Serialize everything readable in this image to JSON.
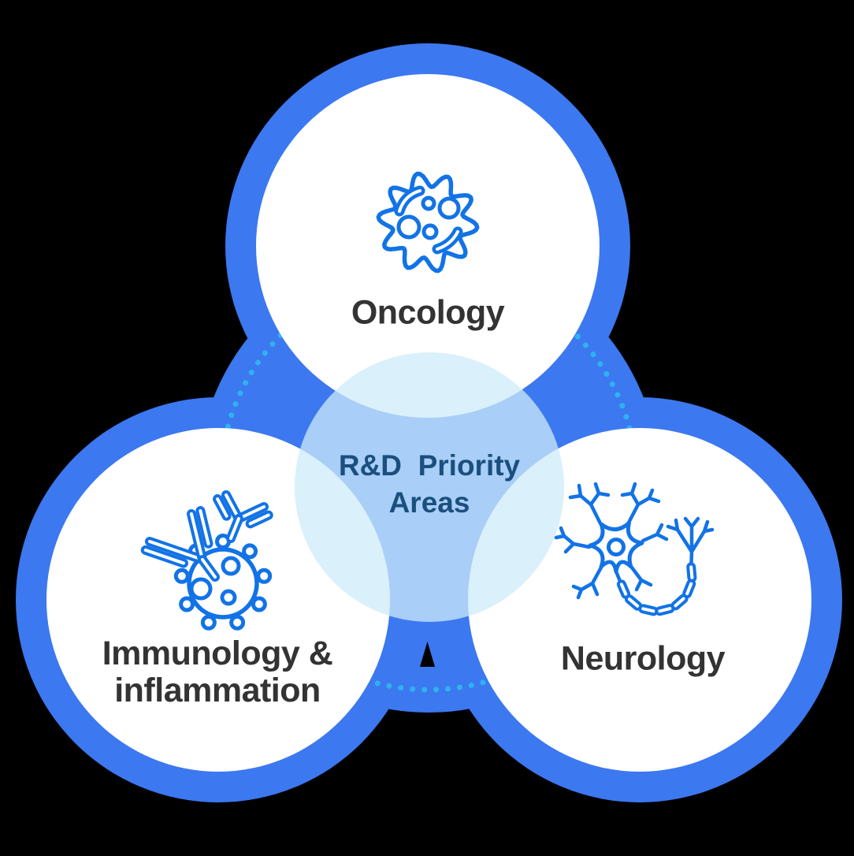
{
  "diagram": {
    "title": "R&D  Priority\nAreas",
    "areas": [
      {
        "id": "oncology",
        "label": "Oncology",
        "icon": "cancer-cell-icon"
      },
      {
        "id": "immunology",
        "label": "Immunology &\ninflammation",
        "icon": "virus-antibody-icon"
      },
      {
        "id": "neurology",
        "label": "Neurology",
        "icon": "neuron-icon"
      }
    ],
    "marker": {
      "shape": "up-arrow",
      "color": "#000000"
    },
    "colors": {
      "background": "#000000",
      "ring_blue": "#3C78F0",
      "icon_blue": "#1273E6",
      "dot_cyan": "#2FB2EF",
      "overlay_blue": "#CDEBFA",
      "overlay_opacity": "0.75",
      "title_navy": "#1A4F7E",
      "label_gray": "#333333",
      "circle_fill": "#FFFFFF"
    }
  }
}
